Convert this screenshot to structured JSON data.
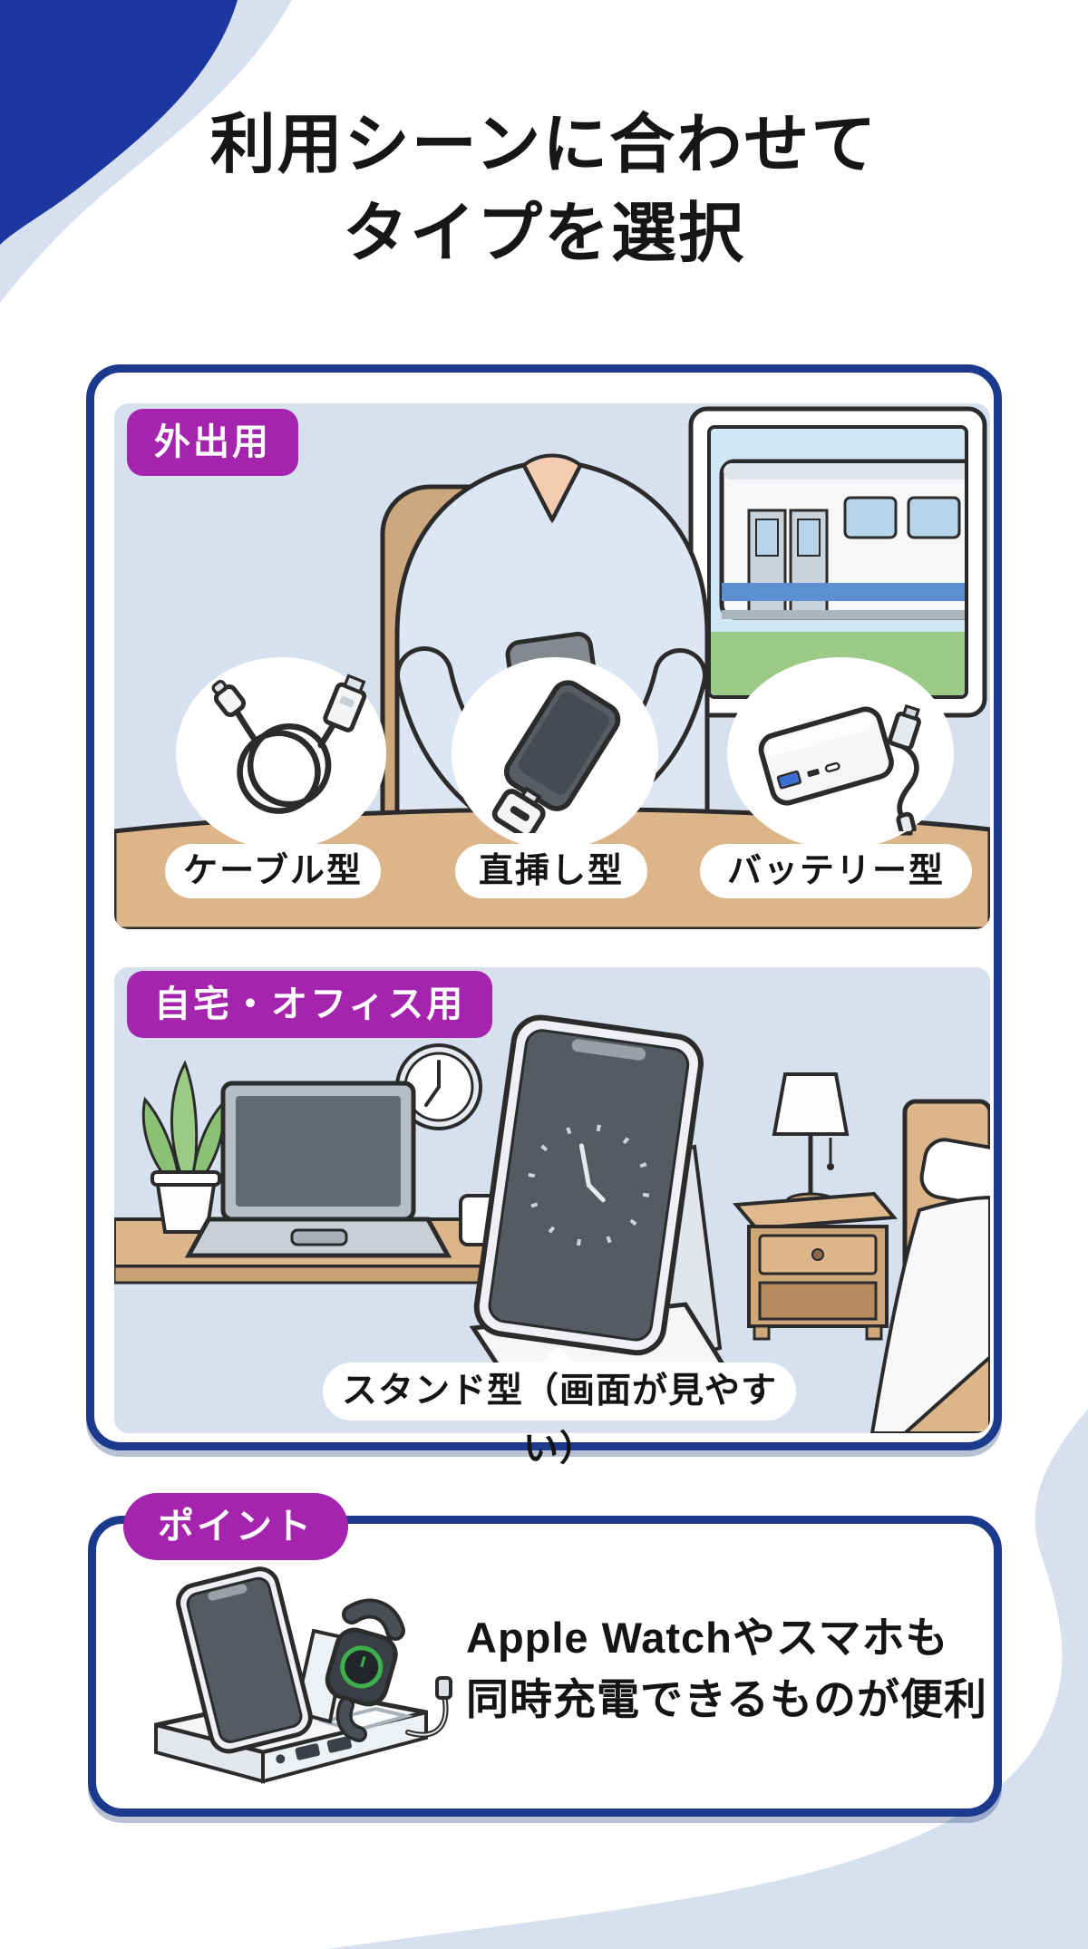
{
  "title": {
    "line1": "利用シーンに合わせて",
    "line2": "タイプを選択"
  },
  "colors": {
    "accent_navy_border": "#1b3a8c",
    "corner_blob_blue": "#1c38a0",
    "corner_blob_light": "#d6e0ee",
    "badge_purple": "#a424ae",
    "illustration_background": "#d6e0ee",
    "text_black": "#141414"
  },
  "outdoor_section": {
    "badge": "外出用",
    "illustration": "person-using-smartphone-at-train-table-with-coffee",
    "types": [
      {
        "label": "ケーブル型",
        "icon": "usb-cable-icon"
      },
      {
        "label": "直挿し型",
        "icon": "phone-direct-plug-adapter-icon"
      },
      {
        "label": "バッテリー型",
        "icon": "mobile-battery-pack-icon"
      }
    ]
  },
  "home_section": {
    "badge": "自宅・オフィス用",
    "illustration": "desk-with-laptop-plant-clock-stand-charger-nightstand-lamp-bed",
    "caption": "スタンド型（画面が見やすい）"
  },
  "point_section": {
    "badge": "ポイント",
    "illustration": "3-in-1-charging-dock-with-phone-and-apple-watch",
    "line1": "Apple Watchやスマホも",
    "line2": "同時充電できるものが便利"
  }
}
